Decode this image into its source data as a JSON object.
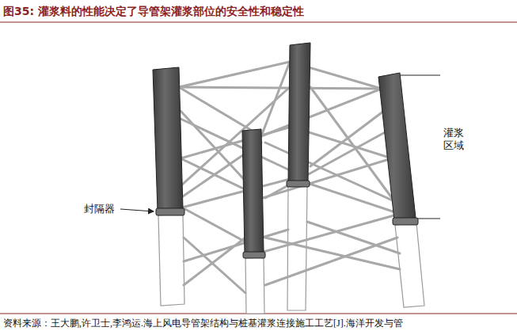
{
  "diagram": {
    "title": "图35: 灌浆料的性能决定了导管架灌浆部位的安全性和稳定性",
    "caption": "资料来源：王大鹏,许卫士,李鸿运.海上风电导管架结构与桩基灌浆连接施工工艺[J].海洋开发与管",
    "labels": [
      "灌浆区域",
      "封隔器"
    ]
  }
}
